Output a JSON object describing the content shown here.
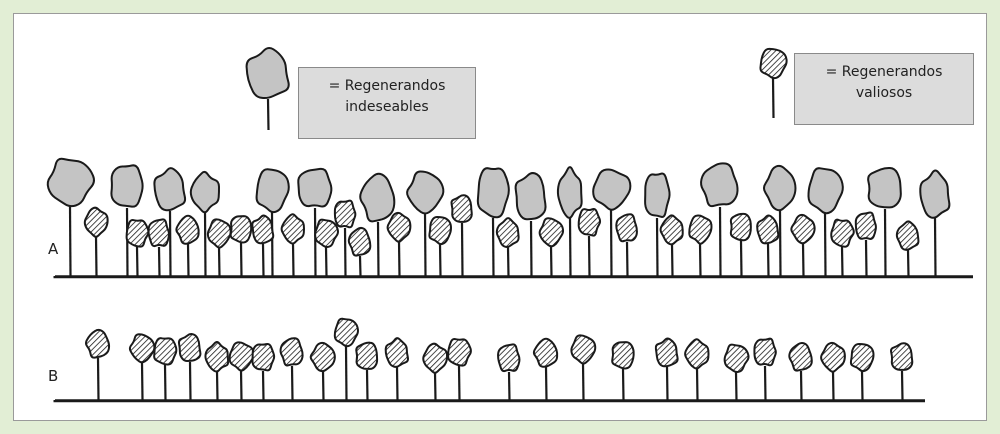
{
  "legend": {
    "undesirable_label": [
      "= Regenerandos",
      "indeseables"
    ],
    "valuable_label": [
      "= Regenerandos",
      "valiosos"
    ]
  },
  "rows": {
    "a_label": "A",
    "b_label": "B"
  },
  "colors": {
    "background": "#e2eed5",
    "crown_fill": "#c4c4c4",
    "stroke": "#1a1a1a"
  }
}
